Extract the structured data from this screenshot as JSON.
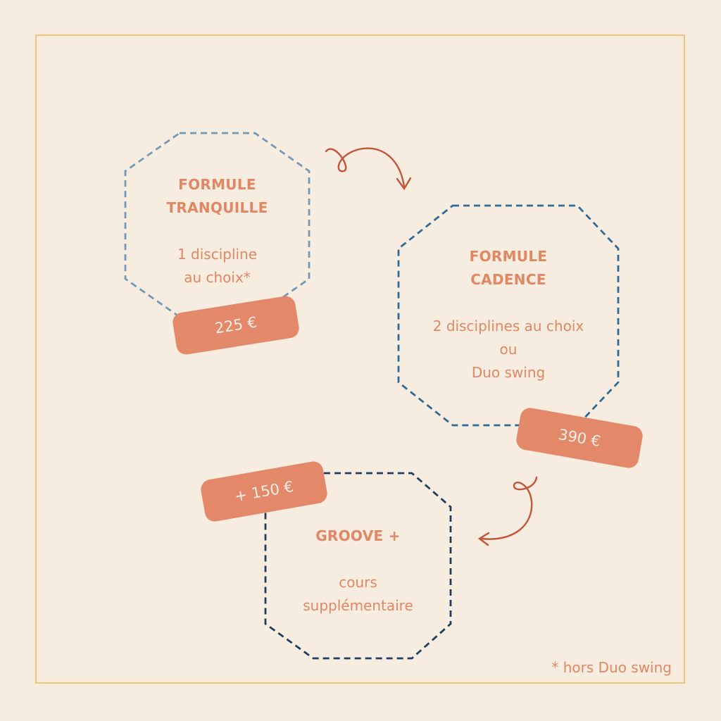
{
  "cards": [
    {
      "title": "FORMULE\nTRANQUILLE",
      "description": "1 discipline\nau choix*",
      "price": "225 €",
      "border_color": "#7399b6"
    },
    {
      "title": "FORMULE\nCADENCE",
      "description": "2 disciplines au choix\nou\nDuo swing",
      "price": "390 €",
      "border_color": "#2f6a98"
    },
    {
      "title": "GROOVE +",
      "description": "cours\nsupplémentaire",
      "price": "+ 150 €",
      "border_color": "#1f3f5c"
    }
  ],
  "footnote": "* hors Duo swing",
  "colors": {
    "background": "#f6ecdf",
    "frame": "#f2c378",
    "text": "#e08763",
    "tag": "#e3896a",
    "arrow": "#c2553a"
  },
  "icons": [
    "curly-arrow-icon",
    "curly-arrow-icon"
  ]
}
